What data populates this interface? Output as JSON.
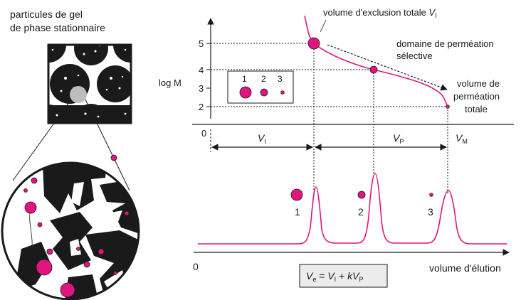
{
  "colors": {
    "accent": "#e0157f",
    "ink": "#1a1a1a",
    "box_fill": "#ececec"
  },
  "left_panel": {
    "title_line1": "particules de gel",
    "title_line2": "de phase stationnaire"
  },
  "calibration_plot": {
    "y_axis_label": "log M",
    "y_ticks": [
      "5",
      "4",
      "3",
      "2"
    ],
    "annotations": {
      "exclusion_prefix": "volume d'exclusion totale ",
      "exclusion_symbol": "V",
      "exclusion_sub": "I",
      "selective_line1": "domaine de perméation",
      "selective_line2": "sélective",
      "total_line1": "volume de",
      "total_line2": "perméation",
      "total_line3": "totale"
    },
    "legend_numbers": [
      "1",
      "2",
      "3"
    ]
  },
  "volume_axis": {
    "zero_label": "0",
    "vi_symbol": "V",
    "vi_sub": "I",
    "vp_symbol": "V",
    "vp_sub": "P",
    "vm_symbol": "V",
    "vm_sub": "M"
  },
  "chromatogram": {
    "origin_label": "0",
    "x_axis_label": "volume d'élution",
    "peak_labels": [
      "1",
      "2",
      "3"
    ]
  },
  "formula": {
    "ve": "V",
    "ve_sub": "e",
    "eq": " = ",
    "vi": "V",
    "vi_sub": "I",
    "plus": " + ",
    "k": "k",
    "vp": "V",
    "vp_sub": "P"
  }
}
